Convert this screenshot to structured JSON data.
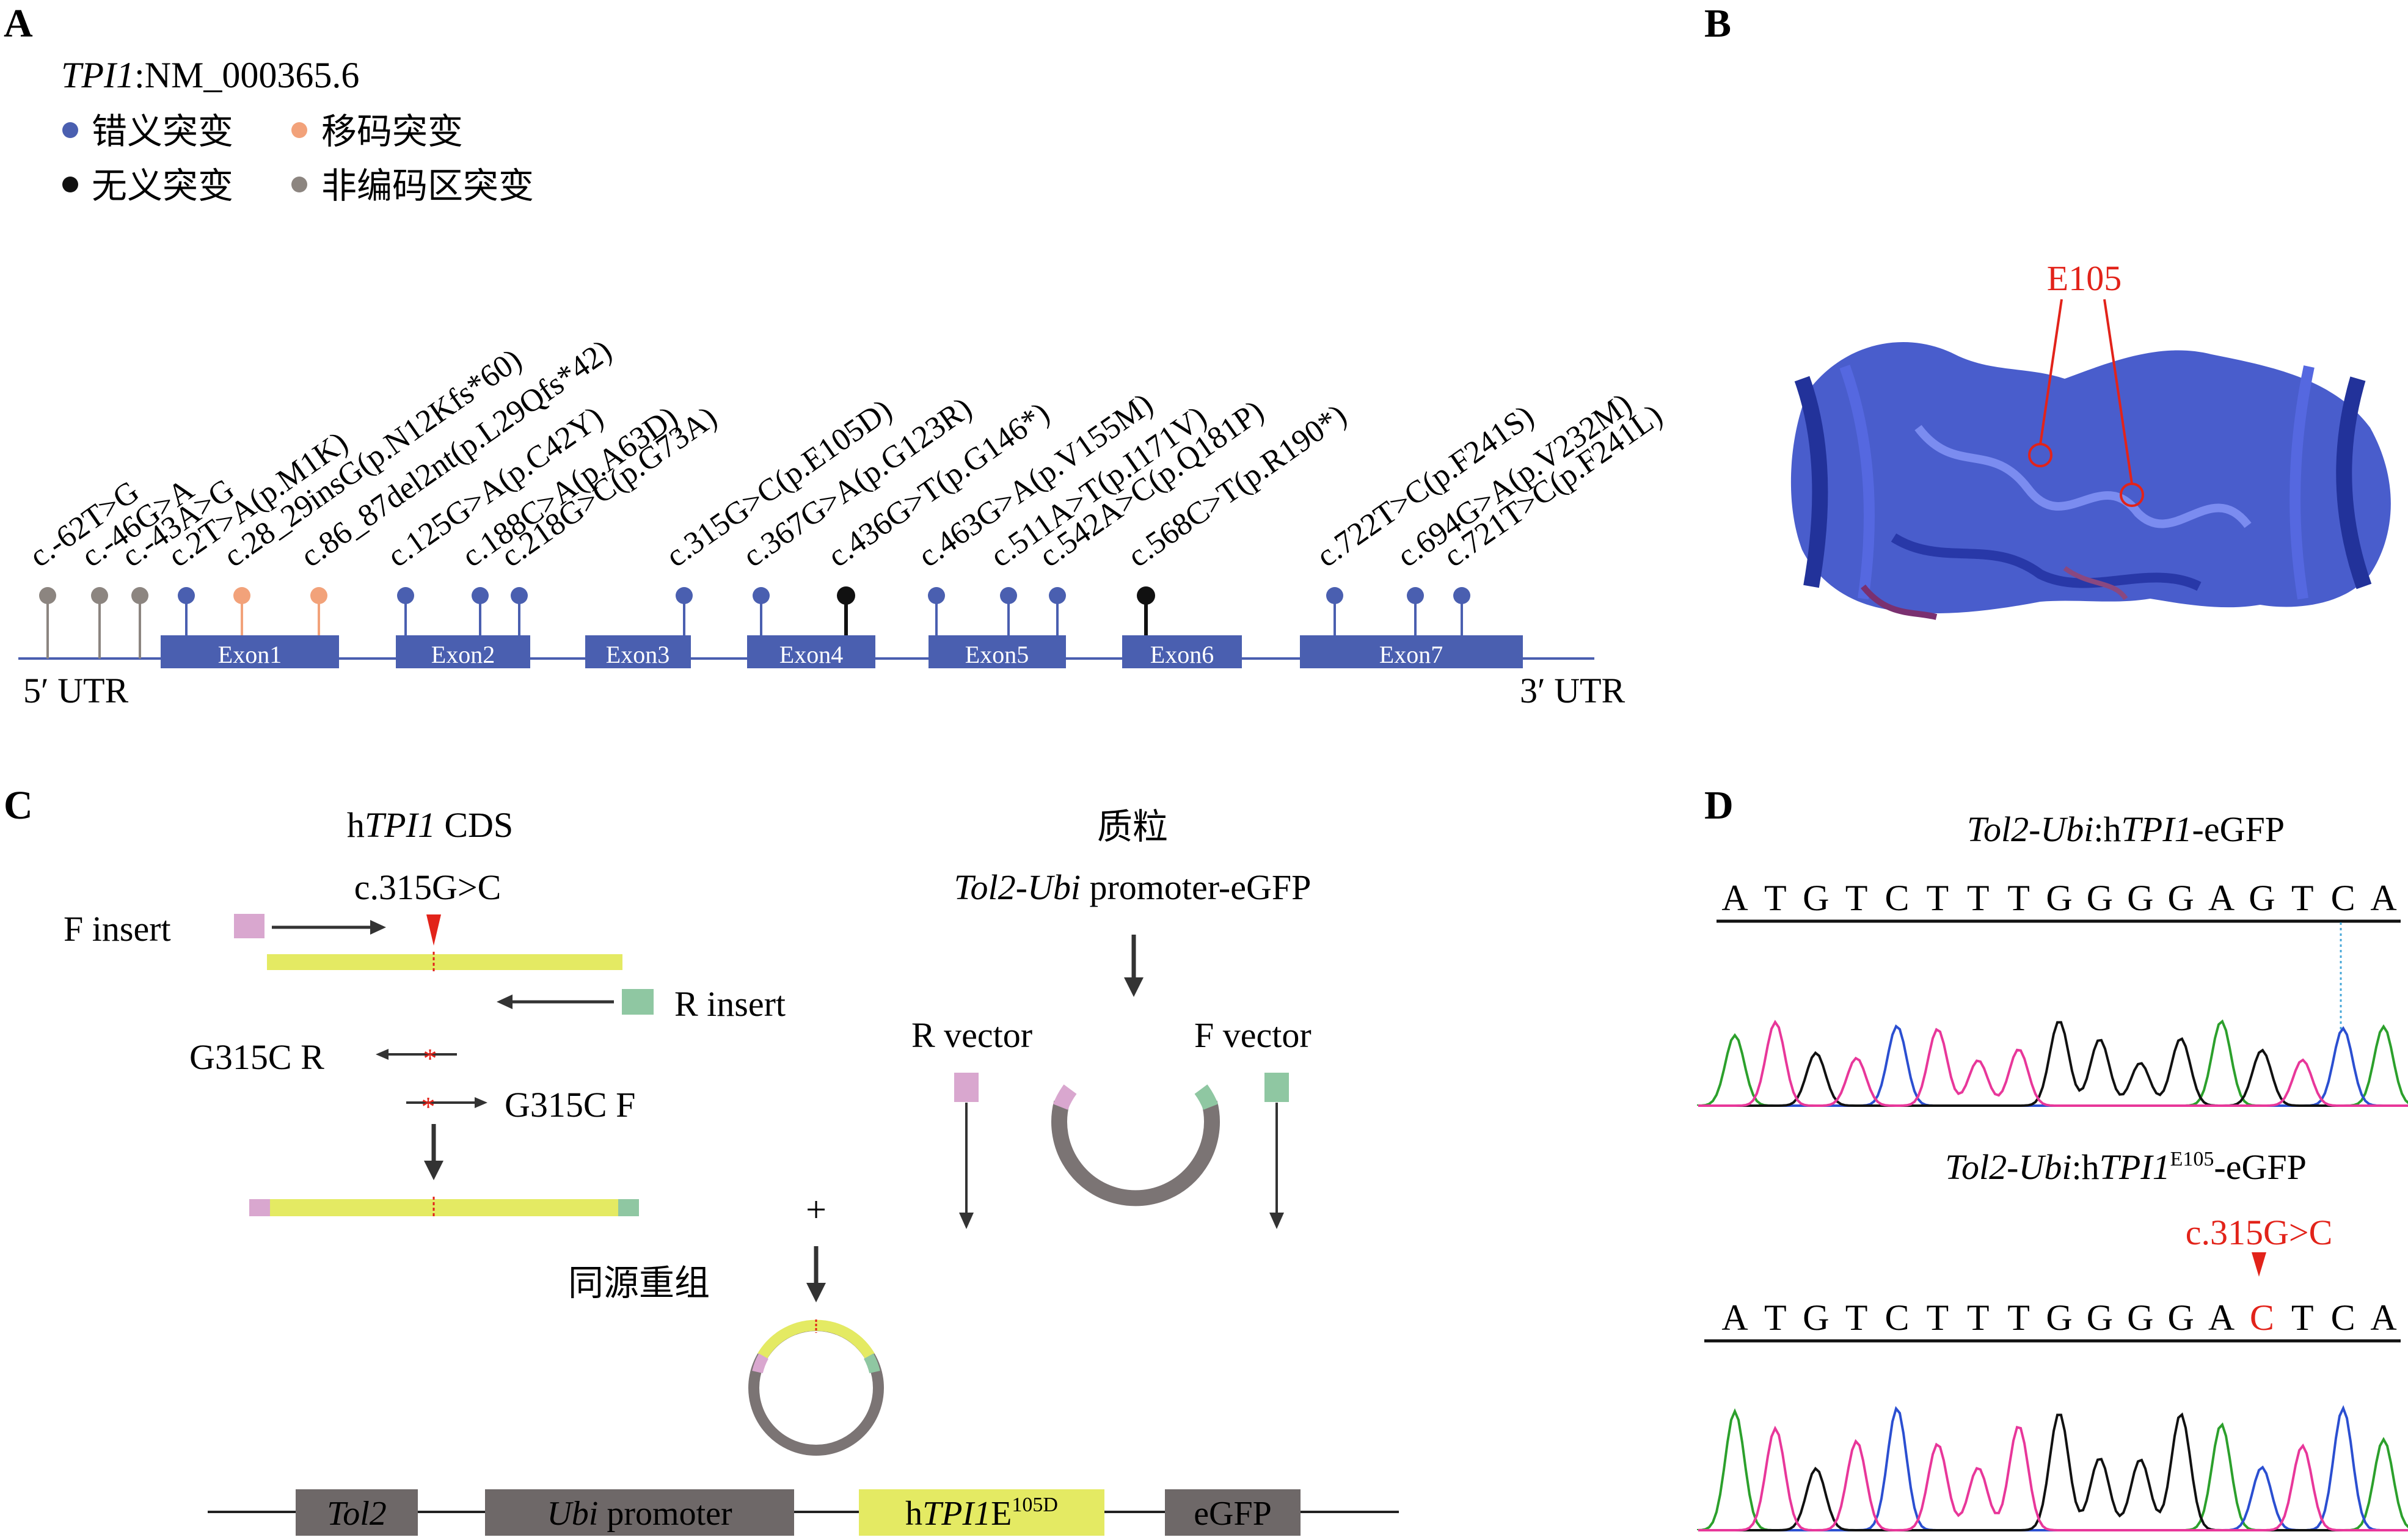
{
  "panels": {
    "a": "A",
    "b": "B",
    "c": "C",
    "d": "D"
  },
  "panel_a": {
    "gene_italic": "TPI1",
    "gene_rest": ":NM_000365.6",
    "legend": [
      {
        "label": "错义突变",
        "color": "#4a5fb0"
      },
      {
        "label": "移码突变",
        "color": "#f2a27a"
      },
      {
        "label": "无义突变",
        "color": "#111111"
      },
      {
        "label": "非编码区突变",
        "color": "#8c8580"
      }
    ],
    "utr5": "5′ UTR",
    "utr3": "3′ UTR",
    "exons": [
      "Exon1",
      "Exon2",
      "Exon3",
      "Exon4",
      "Exon5",
      "Exon6",
      "Exon7"
    ],
    "mutations": [
      {
        "label": "c.-62T>G",
        "type": "noncoding"
      },
      {
        "label": "c.-46G>A",
        "type": "noncoding"
      },
      {
        "label": "c.-43A>G",
        "type": "noncoding"
      },
      {
        "label": "c.2T>A(p.M1K)",
        "type": "missense"
      },
      {
        "label": "c.28_29insG(p.N12Kfs*60)",
        "type": "frameshift"
      },
      {
        "label": "c.86_87del2nt(p.L29Qfs*42)",
        "type": "frameshift"
      },
      {
        "label": "c.125G>A(p.C42Y)",
        "type": "missense"
      },
      {
        "label": "c.188C>A(p.A63D)",
        "type": "missense"
      },
      {
        "label": "c.218G>C(p.G73A)",
        "type": "missense"
      },
      {
        "label": "c.315G>C(p.E105D)",
        "type": "missense"
      },
      {
        "label": "c.367G>A(p.G123R)",
        "type": "missense"
      },
      {
        "label": "c.436G>T(p.G146*)",
        "type": "nonsense"
      },
      {
        "label": "c.463G>A(p.V155M)",
        "type": "missense"
      },
      {
        "label": "c.511A>T(p.I171V)",
        "type": "missense"
      },
      {
        "label": "c.542A>C(p.Q181P)",
        "type": "missense"
      },
      {
        "label": "c.568C>T(p.R190*)",
        "type": "nonsense"
      },
      {
        "label": "c.722T>C(p.F241S)",
        "type": "missense"
      },
      {
        "label": "c.694G>A(p.V232M)",
        "type": "missense"
      },
      {
        "label": "c.721T>C(p.F241L)",
        "type": "missense"
      }
    ]
  },
  "panel_b": {
    "site_label": "E105"
  },
  "panel_c": {
    "cds_prefix": "h",
    "cds_italic": "TPI1",
    "cds_suffix": " CDS",
    "mutation": "c.315G>C",
    "f_insert": "F insert",
    "r_insert": "R insert",
    "g315c_r": "G315C R",
    "g315c_f": "G315C F",
    "plasmid_title": "质粒",
    "promoter_italic": "Tol2-Ubi",
    "promoter_rest": " promoter-eGFP",
    "r_vector": "R vector",
    "f_vector": "F vector",
    "plus": "+",
    "recomb": "同源重组",
    "construct": {
      "tol2": "Tol2",
      "ubi_italic": "Ubi",
      "ubi_rest": " promoter",
      "htpi_prefix": "h",
      "htpi_italic": "TPI1",
      "htpi_rest": "E",
      "htpi_sup": "105D",
      "egfp": "eGFP"
    }
  },
  "panel_d": {
    "wt_title_italic": "Tol2-Ubi",
    "wt_title_mid": ":h",
    "wt_title_gene": "TPI1",
    "wt_title_end": "-eGFP",
    "mut_title_italic": "Tol2-Ubi",
    "mut_title_mid": ":h",
    "mut_title_gene": "TPI1",
    "mut_title_sup": "E105",
    "mut_title_end": "-eGFP",
    "mutation": "c.315G>C",
    "wt_seq": [
      "A",
      "T",
      "G",
      "T",
      "C",
      "T",
      "T",
      "T",
      "G",
      "G",
      "G",
      "G",
      "A",
      "G",
      "T",
      "C",
      "A"
    ],
    "mut_seq": [
      "A",
      "T",
      "G",
      "T",
      "C",
      "T",
      "T",
      "T",
      "G",
      "G",
      "G",
      "G",
      "A",
      "C",
      "T",
      "C",
      "A"
    ],
    "mut_index": 13
  }
}
